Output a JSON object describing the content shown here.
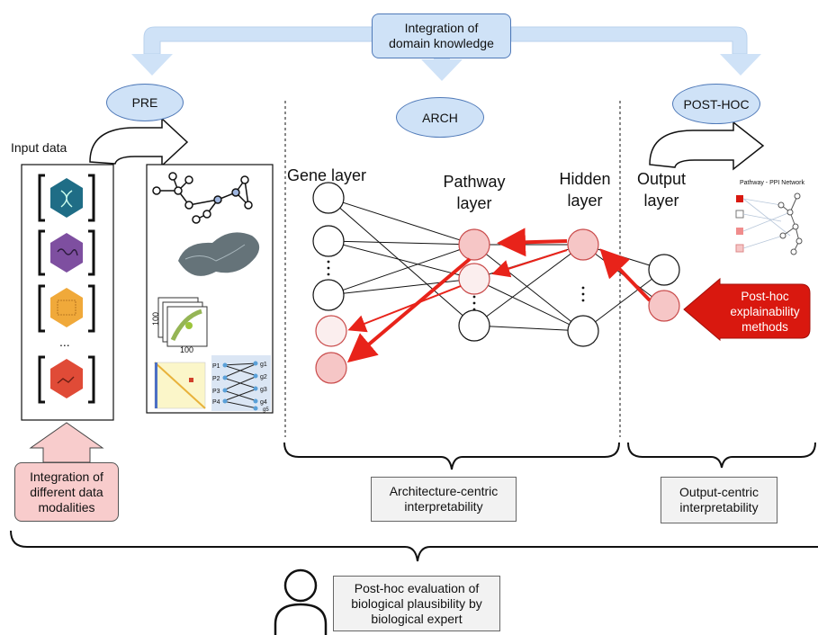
{
  "integration_domain": "Integration of\ndomain knowledge",
  "pre": "PRE",
  "arch": "ARCH",
  "posthoc": "POST-HOC",
  "input_data": "Input data",
  "ellipsis": "...",
  "matrix_axis": "100",
  "ppi_title": "Pathway - PPI Network",
  "gene_layer": "Gene layer",
  "pathway_layer": "Pathway\nlayer",
  "hidden_layer": "Hidden\nlayer",
  "output_layer": "Output\nlayer",
  "posthoc_methods": "Post-hoc\nexplainability\nmethods",
  "integration_modalities": "Integration of\ndifferent data\nmodalities",
  "arch_centric": "Architecture-centric\ninterpretability",
  "output_centric": "Output-centric\ninterpretability",
  "posthoc_eval": "Post-hoc evaluation of\nbiological plausibility by\nbiological expert",
  "bipartite_p": [
    "P1",
    "P2",
    "P3",
    "P4"
  ],
  "bipartite_g": [
    "g1",
    "g2",
    "g3",
    "g4",
    "g5"
  ],
  "colors": {
    "blue_fill": "#cfe2f7",
    "blue_stroke": "#4f79b8",
    "pink_fill": "#f8cccc",
    "red_arrow": "#e8231a",
    "red_box": "#d9180f",
    "gray_box": "#f2f2f2"
  }
}
